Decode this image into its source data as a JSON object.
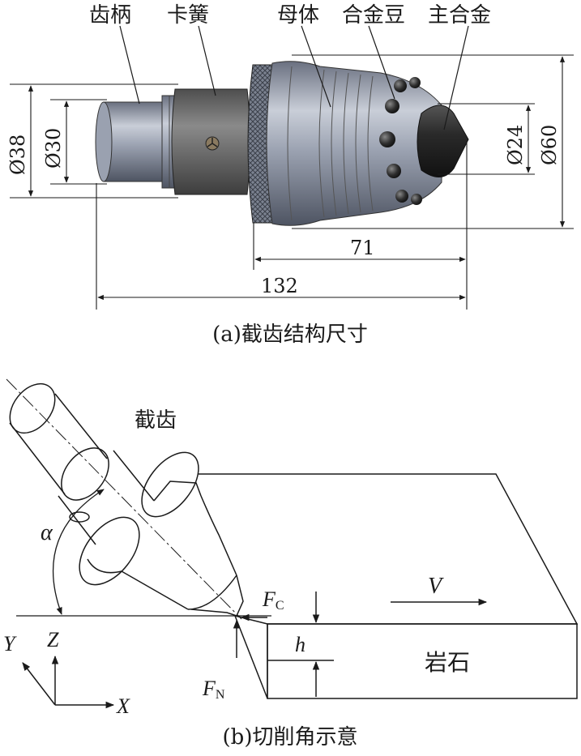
{
  "fig_a": {
    "labels": {
      "shank": "齿柄",
      "clip": "卡簧",
      "body": "母体",
      "alloy_beans": "合金豆",
      "main_alloy": "主合金"
    },
    "dims": {
      "d38": "Ø38",
      "d30": "Ø30",
      "d24": "Ø24",
      "d60": "Ø60",
      "len71": "71",
      "len132": "132"
    },
    "caption": "(a)截齿结构尺寸"
  },
  "fig_b": {
    "labels": {
      "pick": "截齿",
      "alpha": "α",
      "fc": "F",
      "fc_sub": "C",
      "fn": "F",
      "fn_sub": "N",
      "v": "V",
      "h": "h",
      "rock": "岩石",
      "axis_y": "Y",
      "axis_z": "Z",
      "axis_x": "X"
    },
    "caption": "(b)切削角示意"
  },
  "colors": {
    "ink": "#1a1a1a",
    "metal": "#8f96a6",
    "metal_dark": "#5e6473",
    "metal_light": "#c4c9d4",
    "clip_gray": "#6d6d6d",
    "carbide": "#2d2d2d"
  }
}
